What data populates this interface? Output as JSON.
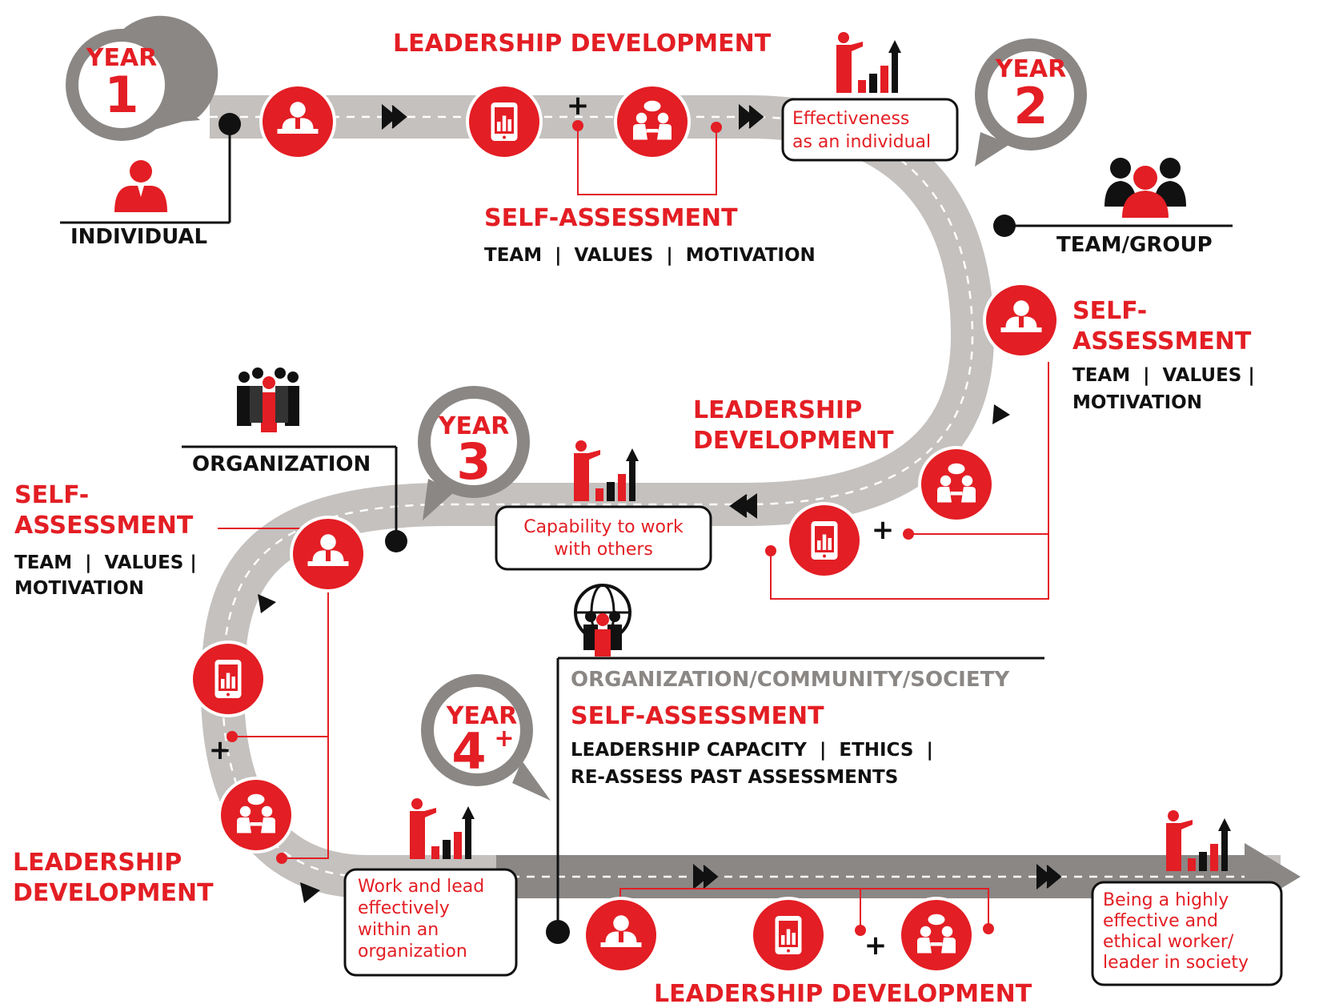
{
  "colors": {
    "accent": "#e31e24",
    "road": "#c4c1bf",
    "road_dark": "#8a8785",
    "ink": "#111111"
  },
  "year_markers": [
    {
      "word": "YEAR",
      "num": "1",
      "sup": ""
    },
    {
      "word": "YEAR",
      "num": "2",
      "sup": ""
    },
    {
      "word": "YEAR",
      "num": "3",
      "sup": ""
    },
    {
      "word": "YEAR",
      "num": "4",
      "sup": "+"
    }
  ],
  "stages": {
    "individual": "INDIVIDUAL",
    "team": "TEAM/GROUP",
    "organization": "ORGANIZATION",
    "society": "ORGANIZATION/COMMUNITY/SOCIETY"
  },
  "headings": {
    "ld_top": "LEADERSHIP DEVELOPMENT",
    "sa_top": "SELF-ASSESSMENT",
    "sa_top_sub": "TEAM  |  VALUES  |  MOTIVATION",
    "sa_right_1": "SELF-",
    "sa_right_2": "ASSESSMENT",
    "sa_right_sub_1": "TEAM  |  VALUES |",
    "sa_right_sub_2": "MOTIVATION",
    "ld_mid_1": "LEADERSHIP",
    "ld_mid_2": "DEVELOPMENT",
    "sa_left_1": "SELF-",
    "sa_left_2": "ASSESSMENT",
    "sa_left_sub_1": "TEAM  |  VALUES |",
    "sa_left_sub_2": "MOTIVATION",
    "ld_left_1": "LEADERSHIP",
    "ld_left_2": "DEVELOPMENT",
    "sa_bottom": "SELF-ASSESSMENT",
    "sa_bottom_sub_1": "LEADERSHIP CAPACITY  |  ETHICS  |",
    "sa_bottom_sub_2": "RE-ASSESS PAST ASSESSMENTS",
    "ld_bottom": "LEADERSHIP DEVELOPMENT"
  },
  "outcomes": {
    "o1": [
      "Effectiveness",
      "as an individual"
    ],
    "o2": [
      "Capability to work",
      "with others"
    ],
    "o3": [
      "Work and lead",
      "effectively",
      "within an",
      "organization"
    ],
    "o4": [
      "Being a highly",
      "effective and",
      "ethical worker/",
      "leader in society"
    ]
  },
  "plus_sign": "+",
  "icons": [
    "person-icon",
    "team-icon",
    "organization-icon",
    "globe-people-icon",
    "presenter-icon",
    "tablet-chart-icon",
    "discussion-icon",
    "growth-chart-icon"
  ]
}
